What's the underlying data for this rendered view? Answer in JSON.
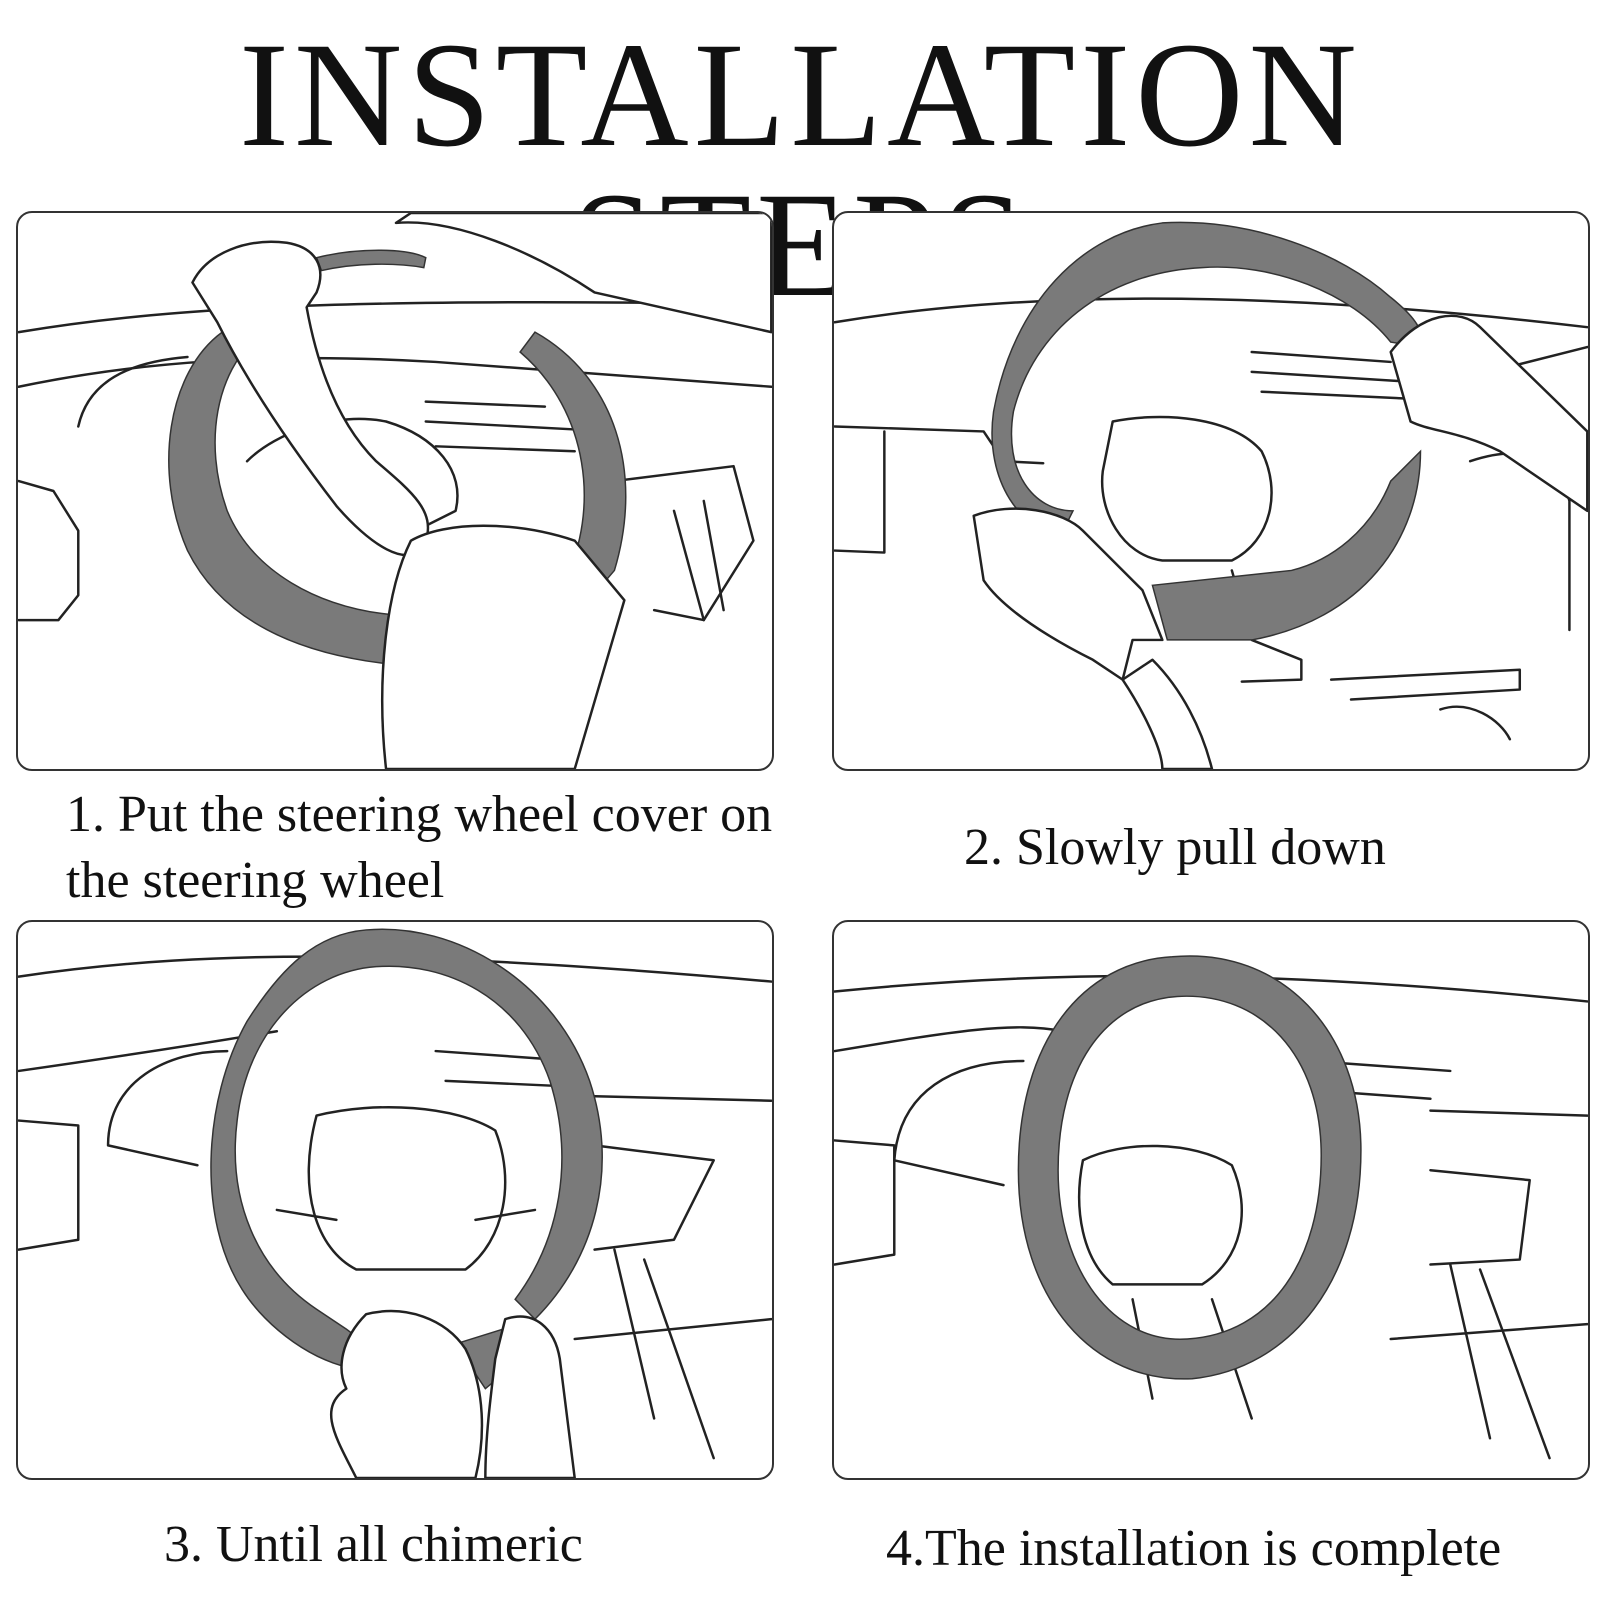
{
  "title": "INSTALLATION STEPS",
  "steps": [
    {
      "caption": "1. Put the steering wheel cover on the steering wheel"
    },
    {
      "caption": "2. Slowly pull down"
    },
    {
      "caption": "3. Until all chimeric"
    },
    {
      "caption": "4.The installation is complete"
    }
  ],
  "colors": {
    "cover": "#7a7a7a",
    "outline": "#222222",
    "background": "#ffffff"
  }
}
